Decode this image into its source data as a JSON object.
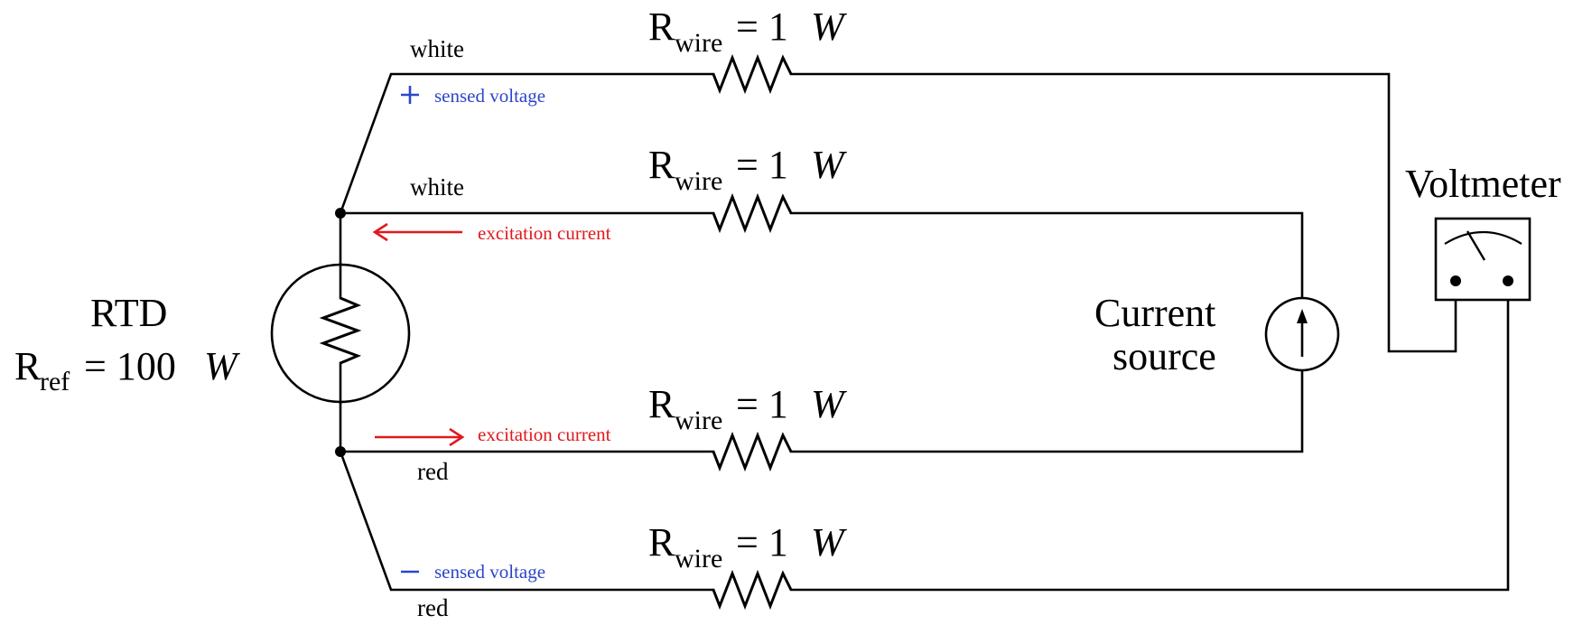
{
  "colors": {
    "wire": "#000000",
    "sensed_voltage": "#2d46c9",
    "excitation_current": "#e0191d",
    "background": "#ffffff"
  },
  "rtd": {
    "title": "RTD",
    "ref_symbol": "R",
    "ref_subscript": "ref",
    "ref_equals": "= 100",
    "ref_unit": "W"
  },
  "wire_resistors": [
    {
      "symbol": "R",
      "subscript": "wire",
      "equals": "= 1",
      "unit": "W"
    },
    {
      "symbol": "R",
      "subscript": "wire",
      "equals": "= 1",
      "unit": "W"
    },
    {
      "symbol": "R",
      "subscript": "wire",
      "equals": "= 1",
      "unit": "W"
    },
    {
      "symbol": "R",
      "subscript": "wire",
      "equals": "= 1",
      "unit": "W"
    }
  ],
  "wire_colors": [
    "white",
    "white",
    "red",
    "red"
  ],
  "sensed_voltage": {
    "plus_label": "sensed voltage",
    "minus_label": "sensed voltage"
  },
  "excitation": {
    "top_label": "excitation current",
    "bottom_label": "excitation current"
  },
  "current_source": {
    "line1": "Current",
    "line2": "source"
  },
  "voltmeter": {
    "label": "Voltmeter"
  },
  "icons": [
    "resistor-icon",
    "current-source-icon",
    "voltmeter-icon",
    "arrow-left-icon",
    "arrow-right-icon",
    "plus-icon",
    "minus-icon"
  ]
}
